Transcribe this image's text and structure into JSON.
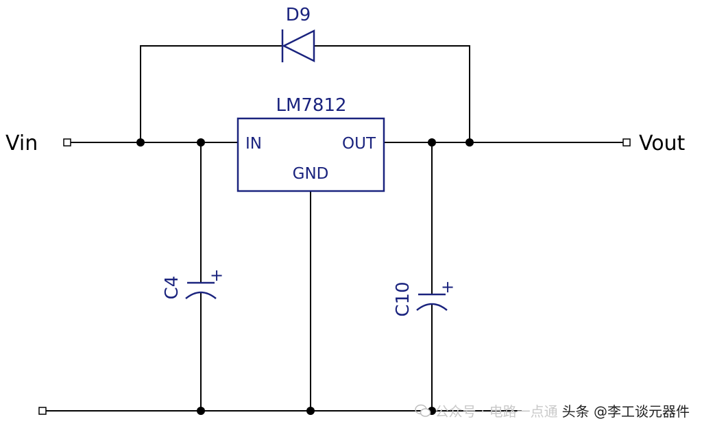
{
  "ports": {
    "vin": "Vin",
    "vout": "Vout"
  },
  "regulator": {
    "name": "LM7812",
    "pin_in": "IN",
    "pin_out": "OUT",
    "pin_gnd": "GND"
  },
  "diode": {
    "name": "D9"
  },
  "capacitors": {
    "c_in": {
      "name": "C4",
      "polarity": "+"
    },
    "c_out": {
      "name": "C10",
      "polarity": "+"
    }
  },
  "watermark": {
    "faded_text": "公众号 · 电路一点通",
    "text": "头条 @李工谈元器件"
  },
  "colors": {
    "wire": "#000000",
    "component": "#1a237e"
  }
}
